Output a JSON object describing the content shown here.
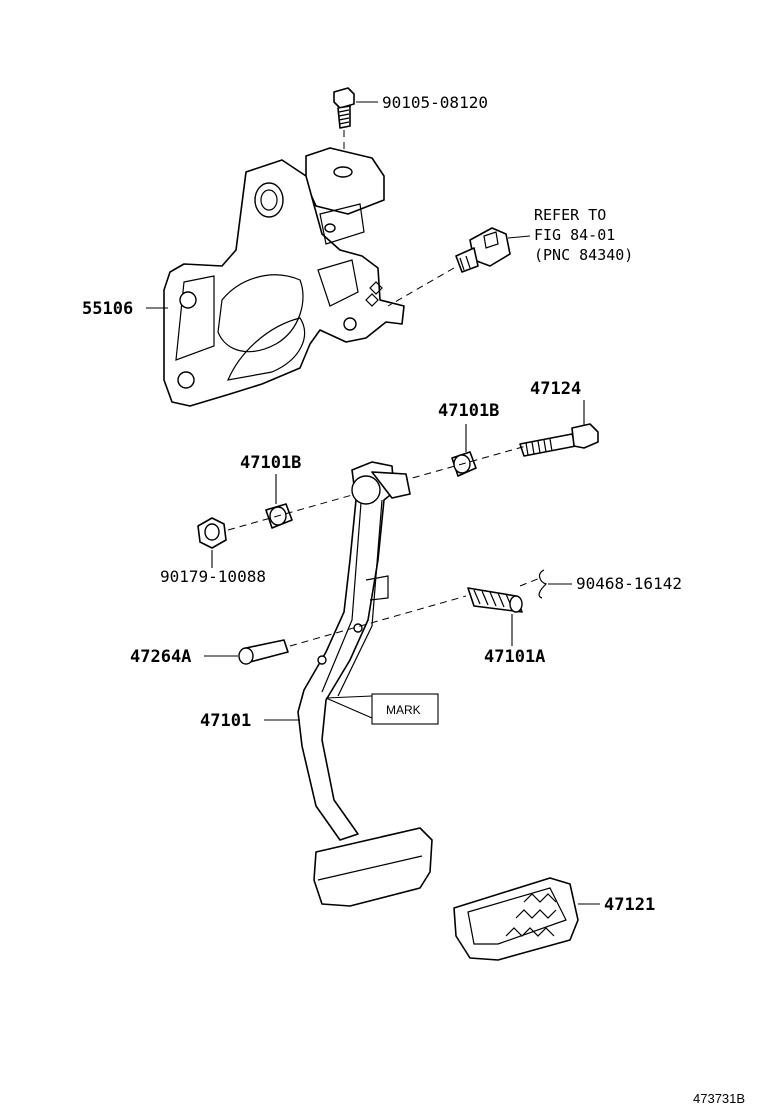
{
  "parts": {
    "bolt_top": "90105-08120",
    "bracket": "55106",
    "bushing_right": "47101B",
    "bolt_right": "47124",
    "bushing_left": "47101B",
    "nut": "90179-10088",
    "clip": "90468-16142",
    "pin": "47264A",
    "spring": "47101A",
    "pedal": "47101",
    "pad": "47121"
  },
  "refer_note": {
    "line1": "REFER TO",
    "line2": "FIG 84-01",
    "line3": "(PNC 84340)"
  },
  "mark_label": "MARK",
  "figure_id": "473731B"
}
